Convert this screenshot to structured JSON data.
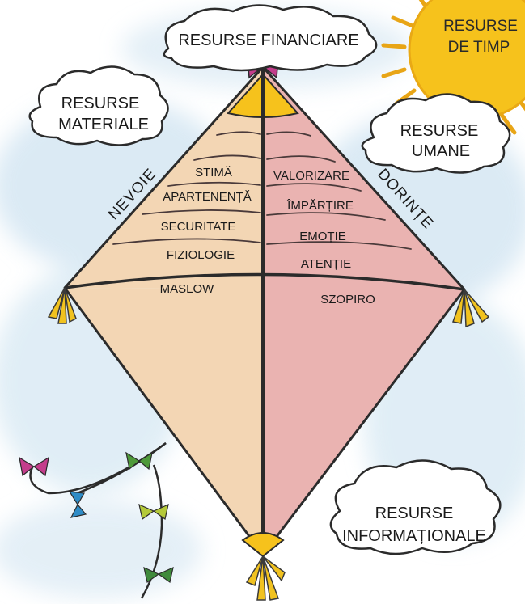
{
  "clouds": {
    "financial": "RESURSE FINANCIARE",
    "material_line1": "RESURSE",
    "material_line2": "MATERIALE",
    "human_line1": "RESURSE",
    "human_line2": "UMANE",
    "informational_line1": "RESURSE",
    "informational_line2": "INFORMAȚIONALE"
  },
  "sun": {
    "line1": "RESURSE",
    "line2": "DE TIMP"
  },
  "kite": {
    "left_side_label": "NEVOIE",
    "right_side_label": "DORINȚE",
    "left_levels": [
      "STIMĂ",
      "APARTENENȚĂ",
      "SECURITATE",
      "FIZIOLOGIE"
    ],
    "right_levels": [
      "VALORIZARE",
      "ÎMPĂRȚIRE",
      "EMOȚIE",
      "ATENȚIE"
    ],
    "left_model": "MASLOW",
    "right_model": "SZOPIRO"
  },
  "colors": {
    "left_half": "#f3d6b4",
    "right_half": "#eab3b1",
    "sky": "#cfe3f1",
    "sun": "#f6c21c",
    "tassel": "#f1c21f",
    "outline": "#2b2b2b"
  }
}
